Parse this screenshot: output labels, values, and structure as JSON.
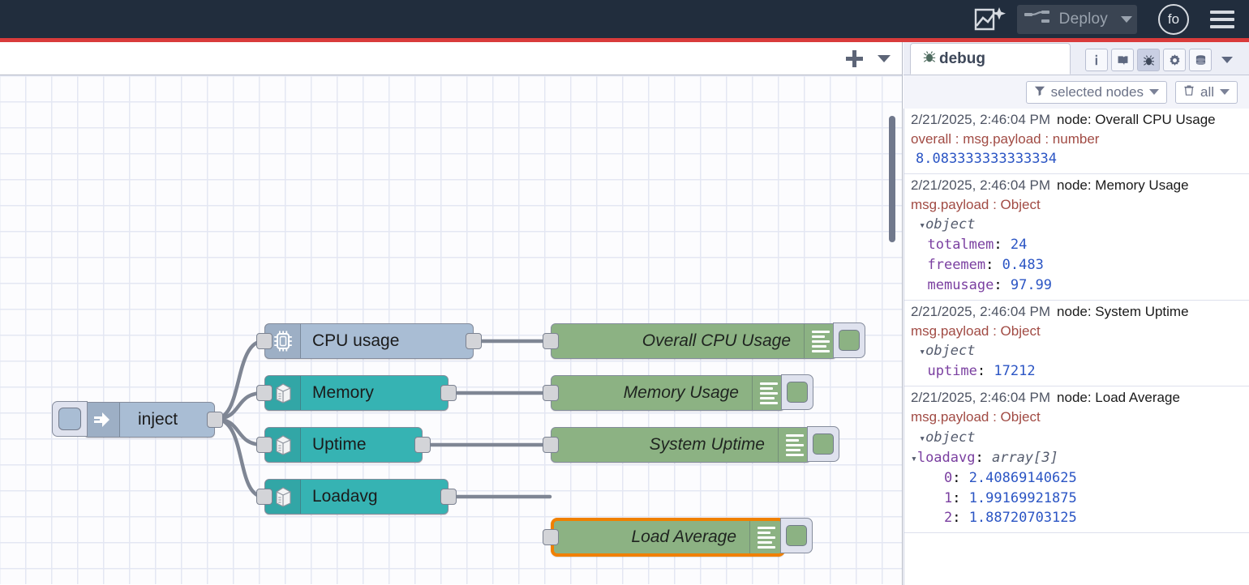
{
  "header": {
    "ai_icon": "ai-sparkle-icon",
    "deploy_label": "Deploy",
    "deploy_icon": "deploy-flow-icon",
    "avatar_initials": "fo",
    "menu_icon": "hamburger-menu-icon",
    "accent_color": "#d93b3b",
    "bg_color": "#212d3d"
  },
  "canvas": {
    "add_tab_icon": "plus-icon",
    "tab_list_icon": "chevron-down-icon",
    "nodes": [
      {
        "id": "inject",
        "label": "inject",
        "icon": "arrow-right-icon",
        "color": "#a9bdd4",
        "type": "inject"
      },
      {
        "id": "cpu",
        "label": "CPU usage",
        "icon": "cpu-chip-icon",
        "color": "#a9bdd4",
        "type": "function"
      },
      {
        "id": "memory",
        "label": "Memory",
        "icon": "server-box-icon",
        "color": "#36b3b3",
        "type": "function"
      },
      {
        "id": "uptime",
        "label": "Uptime",
        "icon": "server-box-icon",
        "color": "#36b3b3",
        "type": "function"
      },
      {
        "id": "loadavg",
        "label": "Loadavg",
        "icon": "server-box-icon",
        "color": "#36b3b3",
        "type": "function"
      },
      {
        "id": "dbg-cpu",
        "label": "Overall CPU Usage",
        "icon": "debug-lines-icon",
        "color": "#8cb283",
        "type": "debug",
        "selected": false
      },
      {
        "id": "dbg-mem",
        "label": "Memory Usage",
        "icon": "debug-lines-icon",
        "color": "#8cb283",
        "type": "debug",
        "selected": false
      },
      {
        "id": "dbg-uptime",
        "label": "System Uptime",
        "icon": "debug-lines-icon",
        "color": "#8cb283",
        "type": "debug",
        "selected": false
      },
      {
        "id": "dbg-load",
        "label": "Load Average",
        "icon": "debug-lines-icon",
        "color": "#8cb283",
        "type": "debug",
        "selected": true
      }
    ],
    "selection_color": "#f08000"
  },
  "sidebar": {
    "active_tab": "debug",
    "active_tab_icon": "bug-icon",
    "tools": [
      {
        "name": "info-icon",
        "glyph": "i",
        "active": false
      },
      {
        "name": "help-book-icon",
        "glyph": "◨",
        "active": false
      },
      {
        "name": "bug-icon",
        "glyph": "",
        "active": true
      },
      {
        "name": "gear-icon",
        "glyph": "",
        "active": false
      },
      {
        "name": "context-data-icon",
        "glyph": "",
        "active": false
      }
    ],
    "filter_label": "selected nodes",
    "filter_icon": "funnel-icon",
    "clear_label": "all",
    "clear_icon": "trash-icon",
    "messages": [
      {
        "timestamp": "2/21/2025, 2:46:04 PM",
        "node_label": "node: Overall CPU Usage",
        "topic": "overall : msg.payload : number",
        "kind": "value",
        "value": "8.083333333333334"
      },
      {
        "timestamp": "2/21/2025, 2:46:04 PM",
        "node_label": "node: Memory Usage",
        "topic": "msg.payload : Object",
        "kind": "object",
        "object_label": "object",
        "rows": [
          {
            "key": "totalmem",
            "value": "24",
            "indent": 1
          },
          {
            "key": "freemem",
            "value": "0.483",
            "indent": 1
          },
          {
            "key": "memusage",
            "value": "97.99",
            "indent": 1
          }
        ]
      },
      {
        "timestamp": "2/21/2025, 2:46:04 PM",
        "node_label": "node: System Uptime",
        "topic": "msg.payload : Object",
        "kind": "object",
        "object_label": "object",
        "rows": [
          {
            "key": "uptime",
            "value": "17212",
            "indent": 1
          }
        ]
      },
      {
        "timestamp": "2/21/2025, 2:46:04 PM",
        "node_label": "node: Load Average",
        "topic": "msg.payload : Object",
        "kind": "object",
        "object_label": "object",
        "rows": [
          {
            "key": "loadavg",
            "value": "array[3]",
            "indent": 0,
            "expandable": true,
            "is_type": true
          },
          {
            "key": "0",
            "value": "2.40869140625",
            "indent": 2
          },
          {
            "key": "1",
            "value": "1.99169921875",
            "indent": 2
          },
          {
            "key": "2",
            "value": "1.88720703125",
            "indent": 2
          }
        ]
      }
    ]
  }
}
